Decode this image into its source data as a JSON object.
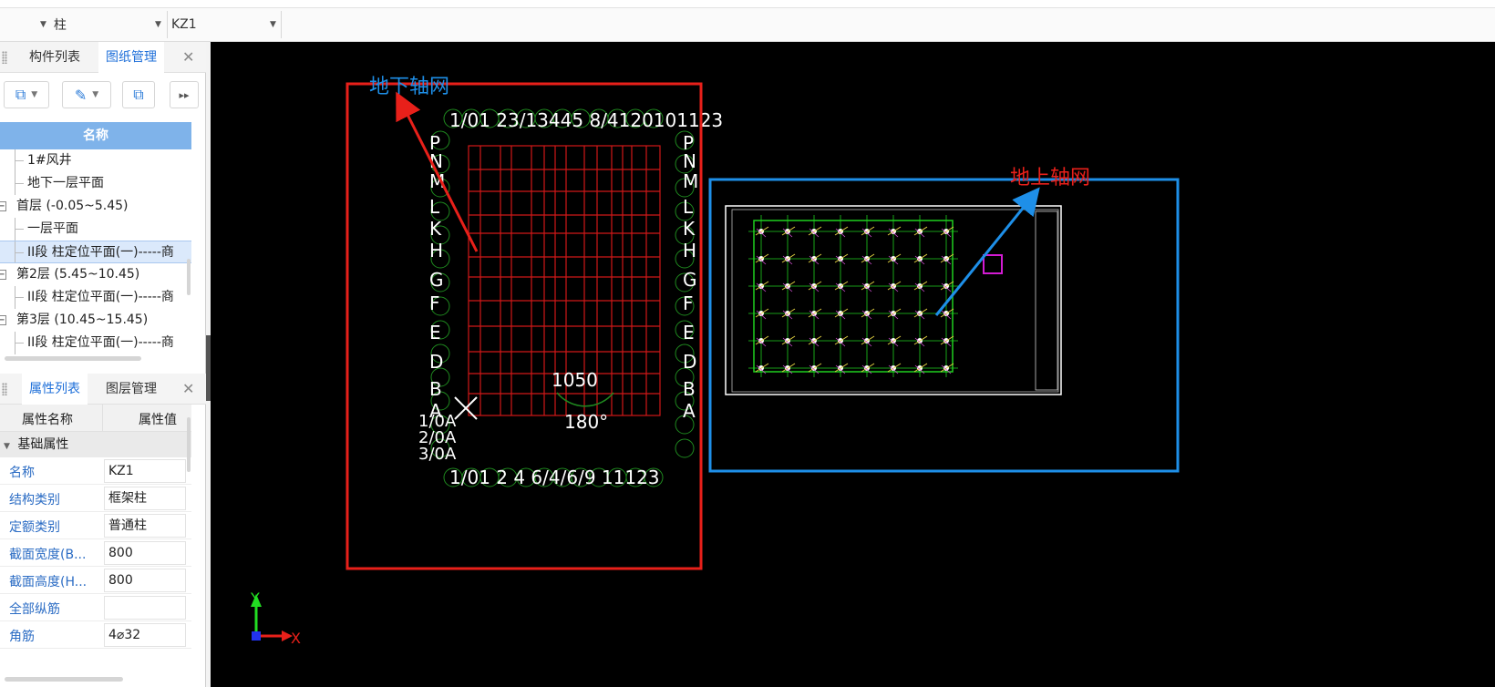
{
  "toolbar": {
    "dropdown1_value": "柱",
    "dropdown2_value": "KZ1"
  },
  "panel_top": {
    "tabs": [
      {
        "label": "构件列表"
      },
      {
        "label": "图纸管理"
      }
    ],
    "name_header": "名称",
    "tree": [
      {
        "label": "1#风井",
        "level": 1
      },
      {
        "label": "地下一层平面",
        "level": 1
      },
      {
        "label": "首层 (-0.05~5.45)",
        "level": 0,
        "expander": "-"
      },
      {
        "label": "一层平面",
        "level": 1
      },
      {
        "label": "II段 柱定位平面(一)-----商",
        "level": 1,
        "selected": true
      },
      {
        "label": "第2层 (5.45~10.45)",
        "level": 0,
        "expander": "-"
      },
      {
        "label": "II段 柱定位平面(一)-----商",
        "level": 1
      },
      {
        "label": "第3层 (10.45~15.45)",
        "level": 0,
        "expander": "-"
      },
      {
        "label": "II段 柱定位平面(一)-----商",
        "level": 1
      }
    ]
  },
  "panel_props": {
    "tabs": [
      {
        "label": "属性列表"
      },
      {
        "label": "图层管理"
      }
    ],
    "col_name": "属性名称",
    "col_value": "属性值",
    "group": "基础属性",
    "rows": [
      {
        "name": "名称",
        "value": "KZ1"
      },
      {
        "name": "结构类别",
        "value": "框架柱"
      },
      {
        "name": "定额类别",
        "value": "普通柱"
      },
      {
        "name": "截面宽度(B...",
        "value": "800"
      },
      {
        "name": "截面高度(H...",
        "value": "800"
      },
      {
        "name": "全部纵筋",
        "value": ""
      },
      {
        "name": "角筋",
        "value": "4⌀32"
      }
    ]
  },
  "canvas": {
    "label_underground": "地下轴网",
    "label_aboveground": "地上轴网",
    "angle_text": "180°",
    "axis_x": "X",
    "axis_y": "Y",
    "grid_rows": [
      "P",
      "N",
      "M",
      "L",
      "K",
      "H",
      "G",
      "F",
      "E",
      "D",
      "B",
      "A"
    ],
    "top_axis_text": "1/01 23/13445 8/4120101123",
    "bottom_axis_text": "1/01 2 4 6/4/6/9 11123",
    "left_bottom_labels": [
      "1/0A",
      "2/0A",
      "3/0A"
    ],
    "center_text": "1050",
    "colors": {
      "underground_box": "#e8201a",
      "aboveground_box": "#1e8fe8",
      "label_underground": "#1e8fe8",
      "label_aboveground": "#e8201a",
      "grid_lines": "#d01818"
    }
  }
}
